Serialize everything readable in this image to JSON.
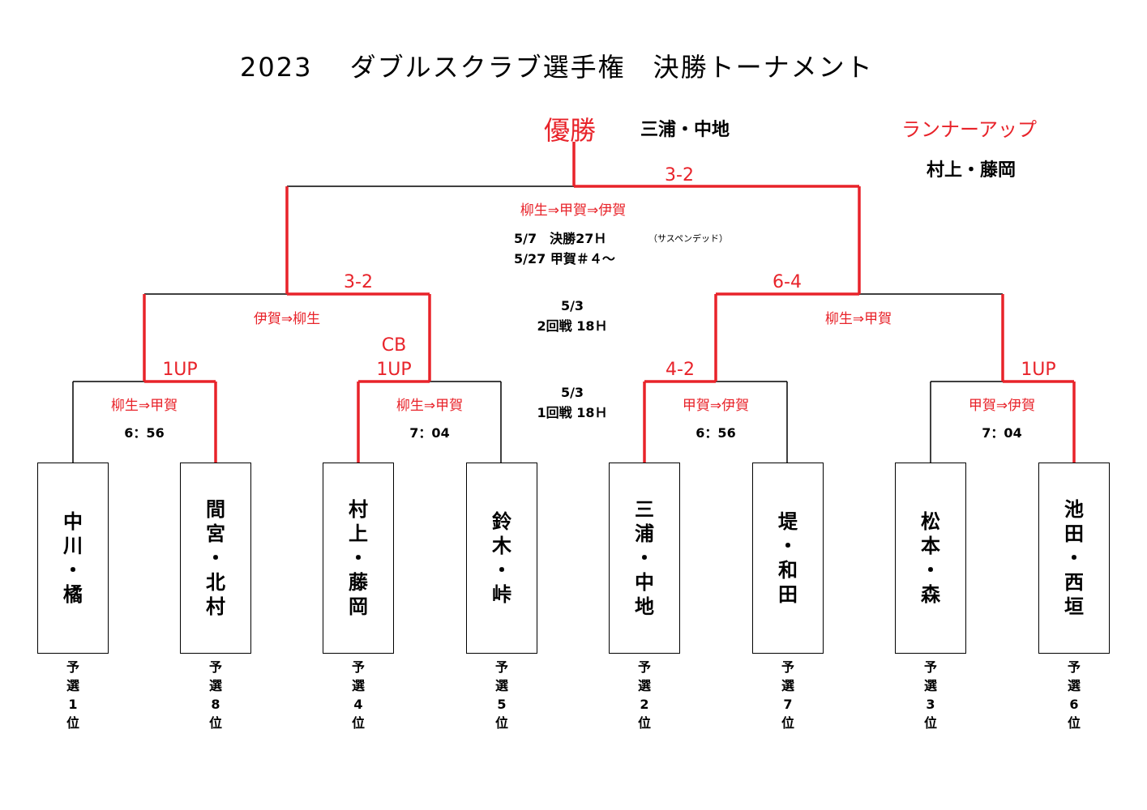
{
  "title": "2023　 ダブルスクラブ選手権　決勝トーナメント",
  "champion": {
    "label": "優勝",
    "team": "三浦・中地"
  },
  "runner_up": {
    "label": "ランナーアップ",
    "team": "村上・藤岡"
  },
  "final": {
    "score": "3-2",
    "route": "柳生⇒甲賀⇒伊賀",
    "date_line": "5/7　決勝27Ｈ",
    "note": "（サスペンデッド）",
    "resume_line": "5/27 甲賀＃４～"
  },
  "semifinals": [
    {
      "score": "3-2",
      "route": "伊賀⇒柳生"
    },
    {
      "score": "6-4",
      "route": "柳生⇒甲賀"
    }
  ],
  "round2_info": {
    "date": "5/3",
    "desc": "2回戦 18Ｈ"
  },
  "round1_info": {
    "date": "5/3",
    "desc": "1回戦 18Ｈ"
  },
  "quarterfinals": [
    {
      "score": "1UP",
      "route": "柳生⇒甲賀",
      "time": "6：56"
    },
    {
      "score_top": "CB",
      "score": "1UP",
      "route": "柳生⇒甲賀",
      "time": "7：04"
    },
    {
      "score": "4-2",
      "route": "甲賀⇒伊賀",
      "time": "6：56"
    },
    {
      "score": "1UP",
      "route": "甲賀⇒伊賀",
      "time": "7：04"
    }
  ],
  "teams": [
    {
      "lines": [
        "中",
        "川",
        "・",
        "橘"
      ],
      "seed": [
        "予",
        "選",
        "1",
        "位"
      ]
    },
    {
      "lines": [
        "間",
        "宮",
        "・",
        "北",
        "村"
      ],
      "seed": [
        "予",
        "選",
        "8",
        "位"
      ]
    },
    {
      "lines": [
        "村",
        "上",
        "・",
        "藤",
        "岡"
      ],
      "seed": [
        "予",
        "選",
        "4",
        "位"
      ]
    },
    {
      "lines": [
        "鈴",
        "木",
        "・",
        "峠"
      ],
      "seed": [
        "予",
        "選",
        "5",
        "位"
      ]
    },
    {
      "lines": [
        "三",
        "浦",
        "・",
        "中",
        "地"
      ],
      "seed": [
        "予",
        "選",
        "2",
        "位"
      ]
    },
    {
      "lines": [
        "堤",
        "・",
        "和",
        "田"
      ],
      "seed": [
        "予",
        "選",
        "7",
        "位"
      ]
    },
    {
      "lines": [
        "松",
        "本",
        "・",
        "森"
      ],
      "seed": [
        "予",
        "選",
        "3",
        "位"
      ]
    },
    {
      "lines": [
        "池",
        "田",
        "・",
        "西",
        "垣"
      ],
      "seed": [
        "予",
        "選",
        "6",
        "位"
      ]
    }
  ],
  "colors": {
    "winner": "#e8232a",
    "line": "#000000"
  }
}
